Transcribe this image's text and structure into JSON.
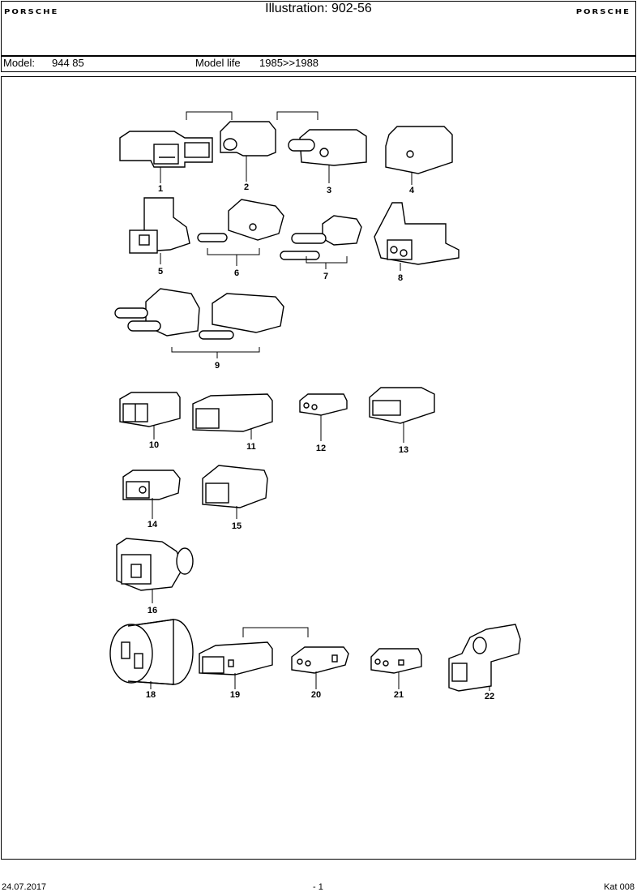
{
  "header": {
    "brand_left": "PORSCHE",
    "brand_right": "PORSCHE",
    "title": "Illustration: 902-56"
  },
  "model_bar": {
    "model_label": "Model:",
    "model_value": "944 85",
    "life_label": "Model life",
    "life_value": "1985>>1988"
  },
  "parts": [
    "1",
    "2",
    "3",
    "4",
    "5",
    "6",
    "7",
    "8",
    "9",
    "10",
    "11",
    "12",
    "13",
    "14",
    "15",
    "16",
    "18",
    "19",
    "20",
    "21",
    "22"
  ],
  "footer": {
    "date": "24.07.2017",
    "page": "- 1",
    "catalog": "Kat 008"
  }
}
